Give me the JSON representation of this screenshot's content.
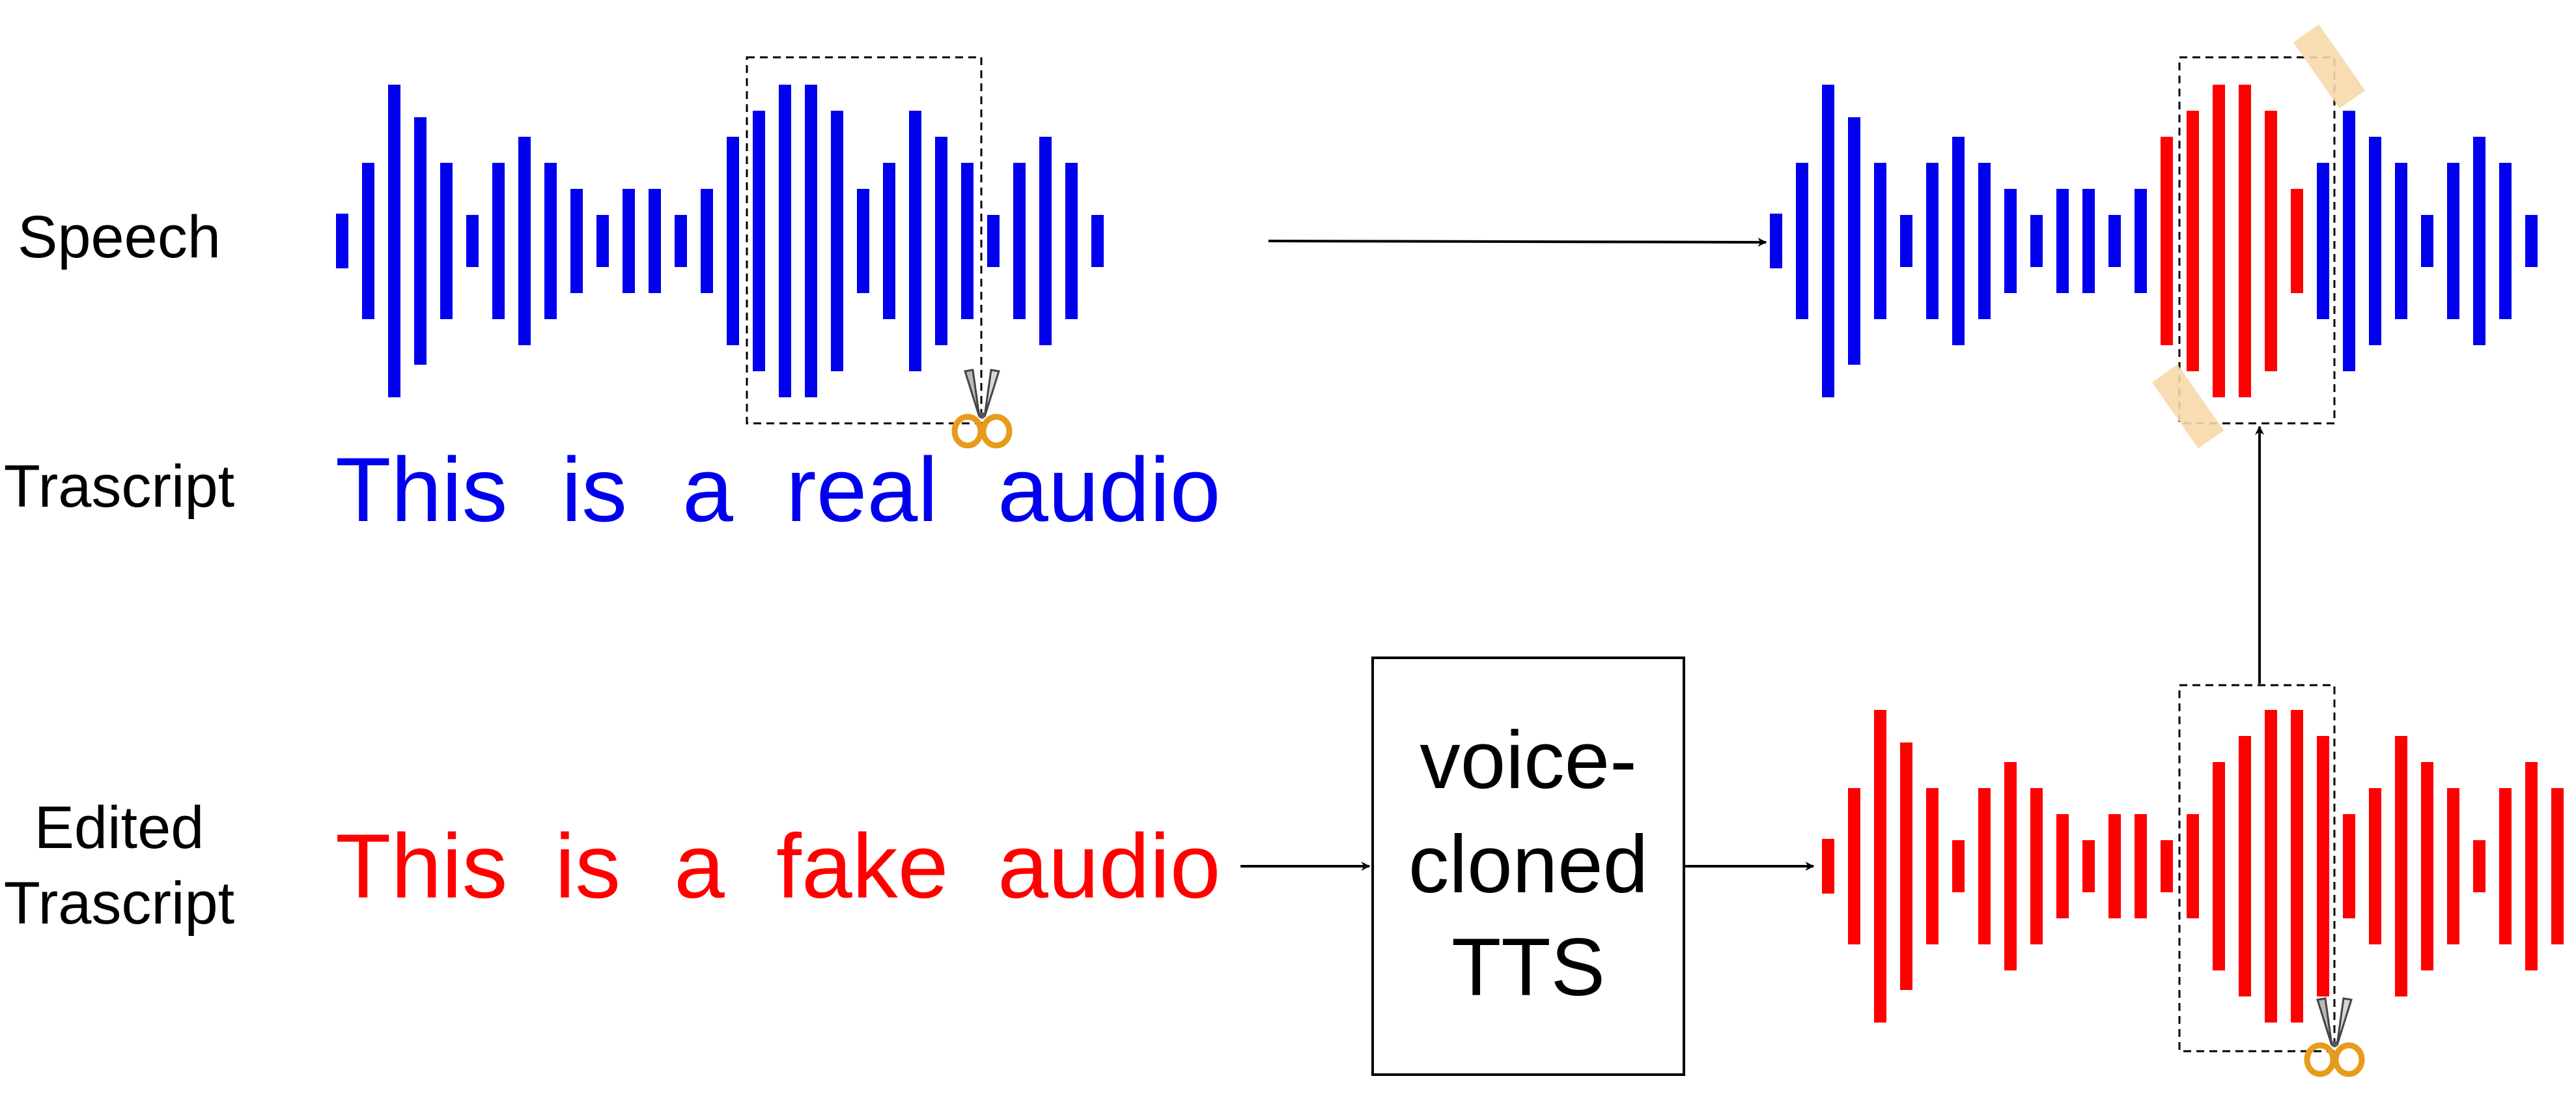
{
  "labels": {
    "speech": "Speech",
    "transcript": "Trascript",
    "edited_line1": "Edited",
    "edited_line2": "Trascript"
  },
  "real_transcript": [
    "This",
    "is",
    "a",
    "real",
    "audio"
  ],
  "fake_transcript": [
    "This",
    "is",
    "a",
    "fake",
    "audio"
  ],
  "tts_box": {
    "line1": "voice-",
    "line2": "cloned",
    "line3": "TTS"
  },
  "colors": {
    "real": "#0000ee",
    "fake": "#ff0000",
    "tape": "#f6d9a8",
    "ink": "#000000"
  },
  "icons": [
    "scissors-icon",
    "tape-strip-icon",
    "arrow-icon"
  ]
}
